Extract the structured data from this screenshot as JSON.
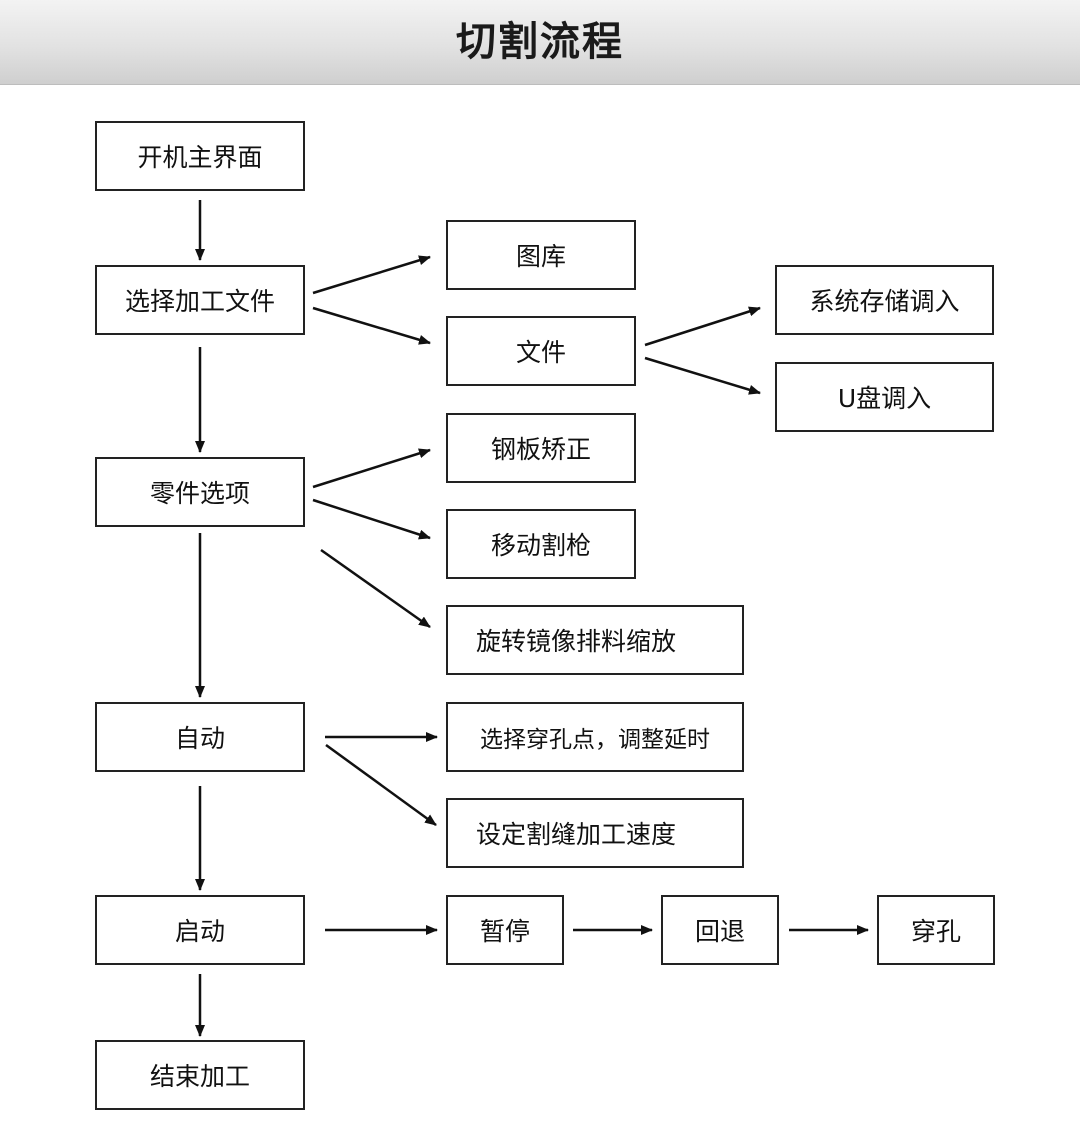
{
  "title": "切割流程",
  "nodes": {
    "startup": "开机主界面",
    "select_file": "选择加工文件",
    "library": "图库",
    "file": "文件",
    "system_storage": "系统存储调入",
    "usb": "U盘调入",
    "part_options": "零件选项",
    "plate_correction": "钢板矫正",
    "move_torch": "移动割枪",
    "rotate_mirror": "旋转镜像排料缩放",
    "auto": "自动",
    "pierce_point": "选择穿孔点，调整延时",
    "kerf_speed": "设定割缝加工速度",
    "start": "启动",
    "pause": "暂停",
    "retreat": "回退",
    "pierce": "穿孔",
    "finish": "结束加工"
  }
}
